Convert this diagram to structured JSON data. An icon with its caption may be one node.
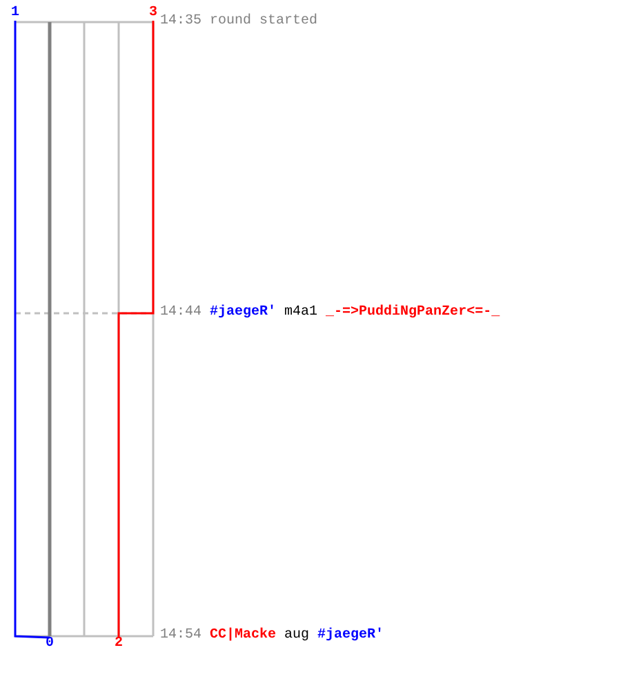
{
  "diagram": {
    "nodes": [
      {
        "text": [
          "1"
        ]
      },
      {
        "text": [
          "3"
        ]
      },
      {
        "text": [
          "14:35",
          "round started"
        ]
      },
      {
        "text": [
          "14:44",
          "#jaegeR'",
          "m4a1",
          "_-=>PuddiNgPanZer<=-_"
        ]
      },
      {
        "text": [
          "0"
        ]
      },
      {
        "text": [
          "2"
        ]
      },
      {
        "text": [
          "14:54",
          "CC|Macke",
          "aug",
          "#jaegeR'"
        ]
      }
    ],
    "edges": [
      {
        "from": 0,
        "to": 4,
        "arrow": "none",
        "color": "#0000ff"
      },
      {
        "from": 1,
        "to": 5,
        "arrow": "none",
        "color": "#ff0000"
      }
    ]
  }
}
